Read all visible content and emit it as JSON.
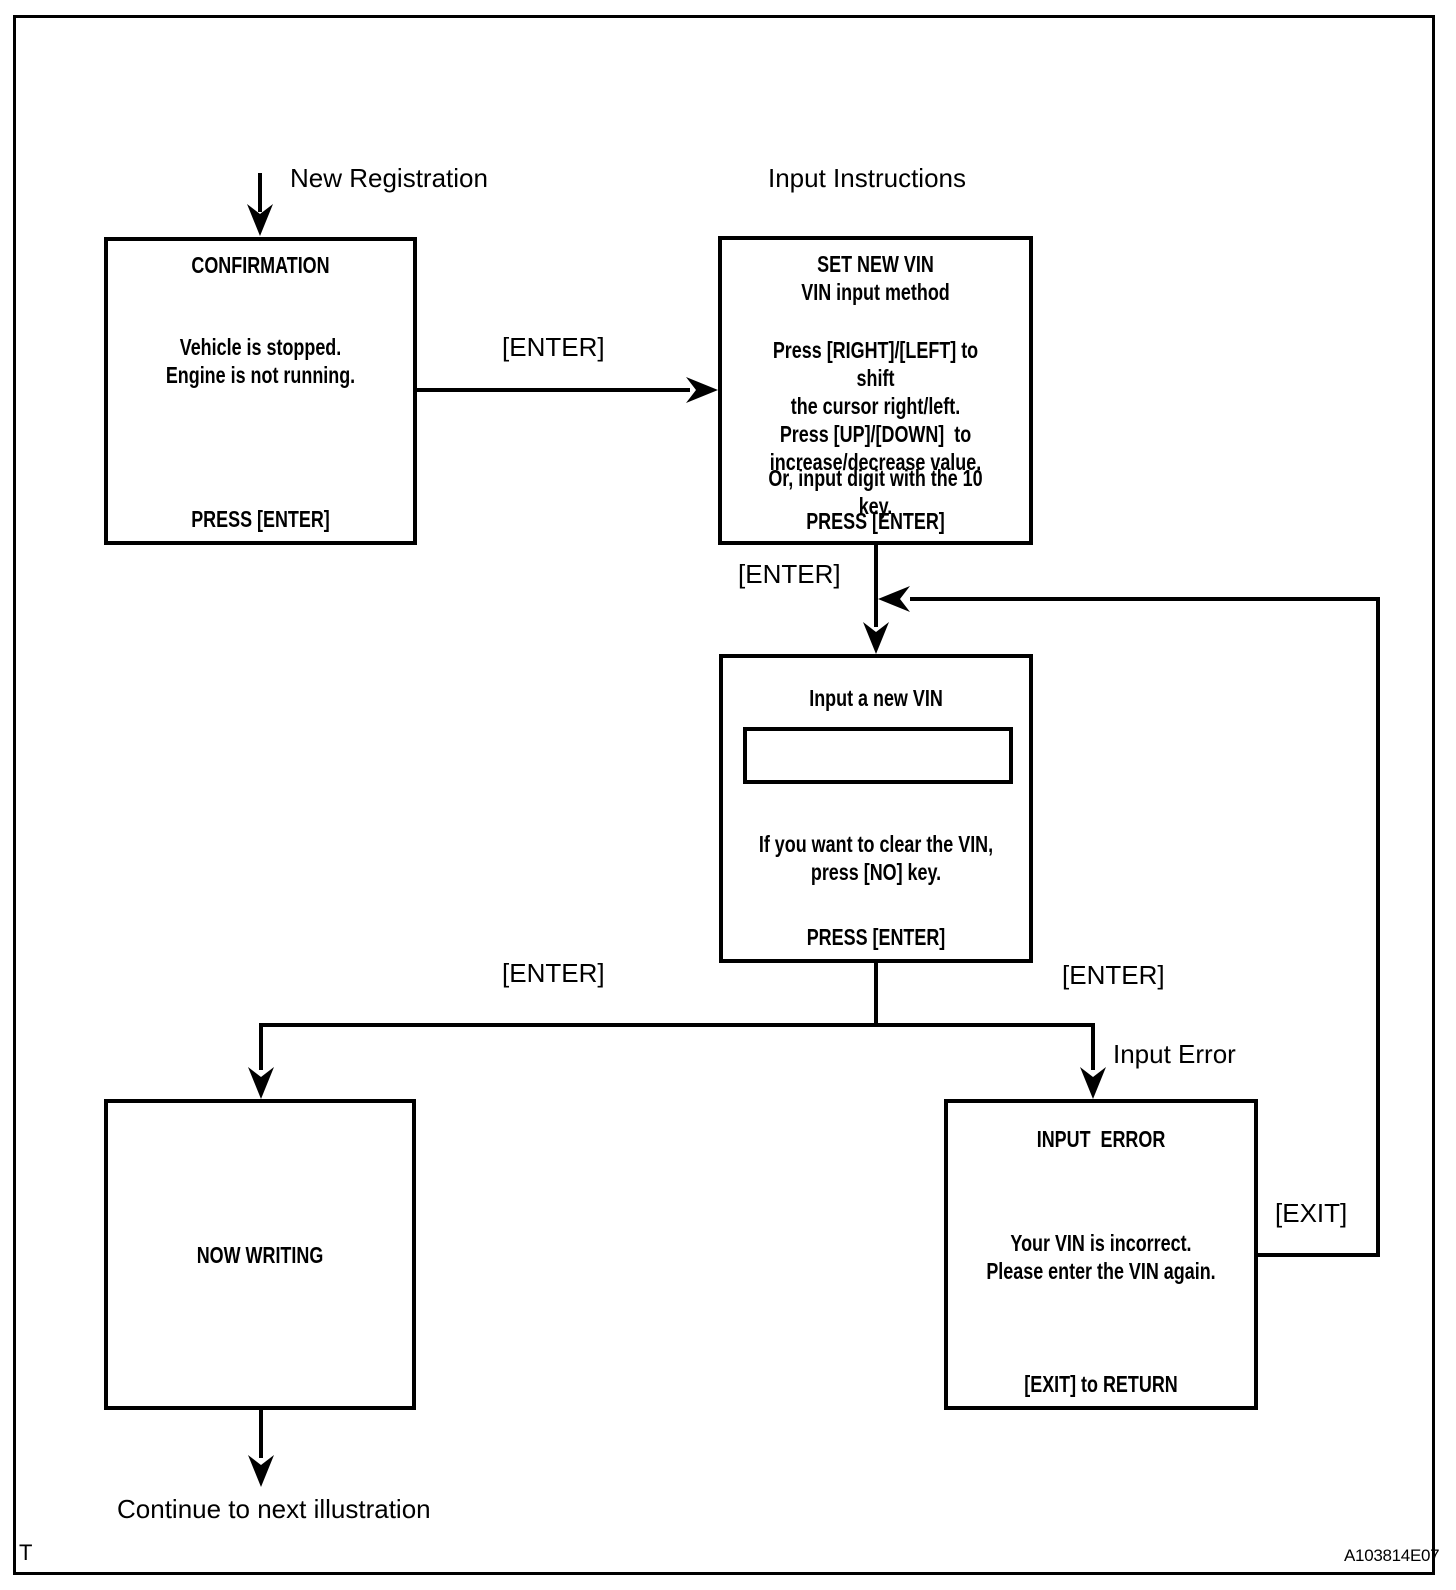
{
  "diagram": {
    "corner_mark": "T",
    "figure_code": "A103814E07",
    "colors": {
      "line": "#000000",
      "background": "#ffffff"
    }
  },
  "labels": {
    "new_registration": "New Registration",
    "input_instructions": "Input Instructions",
    "enter_top": "[ENTER]",
    "enter_mid": "[ENTER]",
    "enter_branch_left": "[ENTER]",
    "enter_branch_right": "[ENTER]",
    "input_error": "Input Error",
    "exit": "[EXIT]",
    "continue_note": "Continue to next illustration"
  },
  "screens": {
    "confirmation": {
      "title": "CONFIRMATION",
      "body": "Vehicle is stopped.\nEngine is not running.",
      "footer": "PRESS [ENTER]"
    },
    "set_new_vin": {
      "title": "SET NEW VIN\nVIN input method",
      "body": "Press [RIGHT]/[LEFT] to shift\nthe cursor right/left.\nPress [UP]/[DOWN]  to\nincrease/decrease value.",
      "body2": "Or, input digit with the 10 key.",
      "footer": "PRESS [ENTER]"
    },
    "input_new_vin": {
      "title": "Input a new VIN",
      "input_value": "",
      "body": "If you want to clear the VIN,\npress [NO] key.",
      "footer": "PRESS [ENTER]"
    },
    "now_writing": {
      "title": "NOW WRITING"
    },
    "input_error": {
      "title": "INPUT  ERROR",
      "body": "Your VIN is incorrect.\nPlease enter the VIN again.",
      "footer": "[EXIT] to RETURN"
    }
  }
}
